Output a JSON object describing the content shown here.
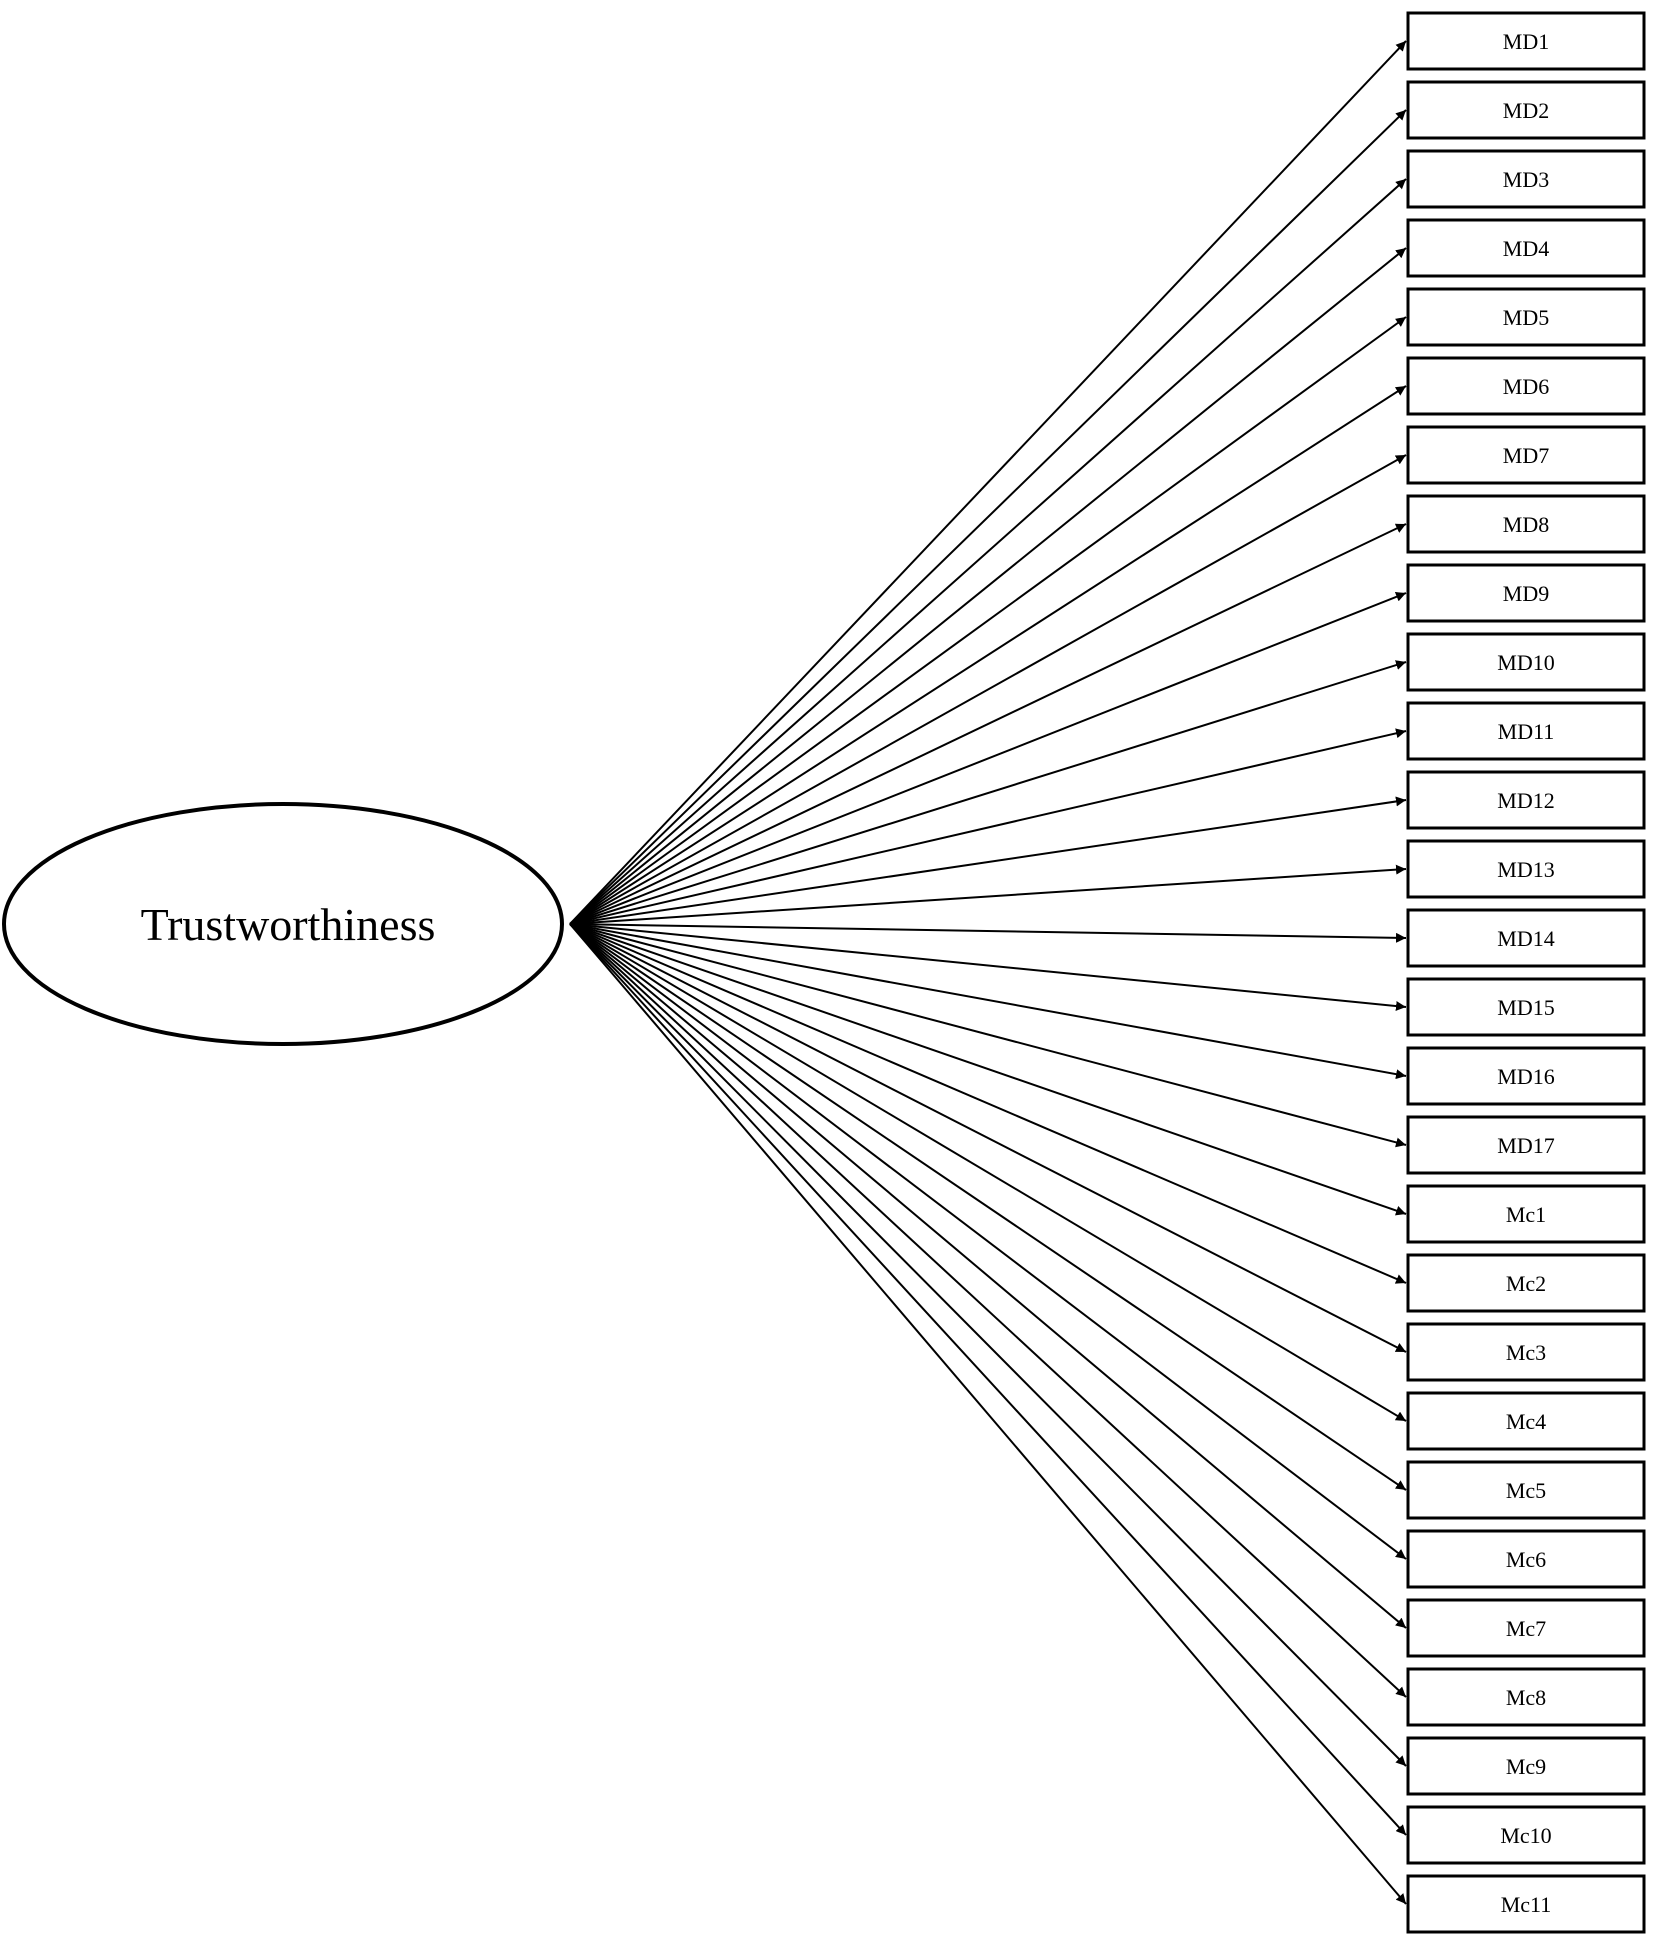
{
  "latent": {
    "label": "Trustworthiness"
  },
  "indicators": [
    "MD1",
    "MD2",
    "MD3",
    "MD4",
    "MD5",
    "MD6",
    "MD7",
    "MD8",
    "MD9",
    "MD10",
    "MD11",
    "MD12",
    "MD13",
    "MD14",
    "MD15",
    "MD16",
    "MD17",
    "Mc1",
    "Mc2",
    "Mc3",
    "Mc4",
    "Mc5",
    "Mc6",
    "Mc7",
    "Mc8",
    "Mc9",
    "Mc10",
    "Mc11"
  ],
  "colors": {
    "stroke": "#000000",
    "background": "#ffffff"
  }
}
